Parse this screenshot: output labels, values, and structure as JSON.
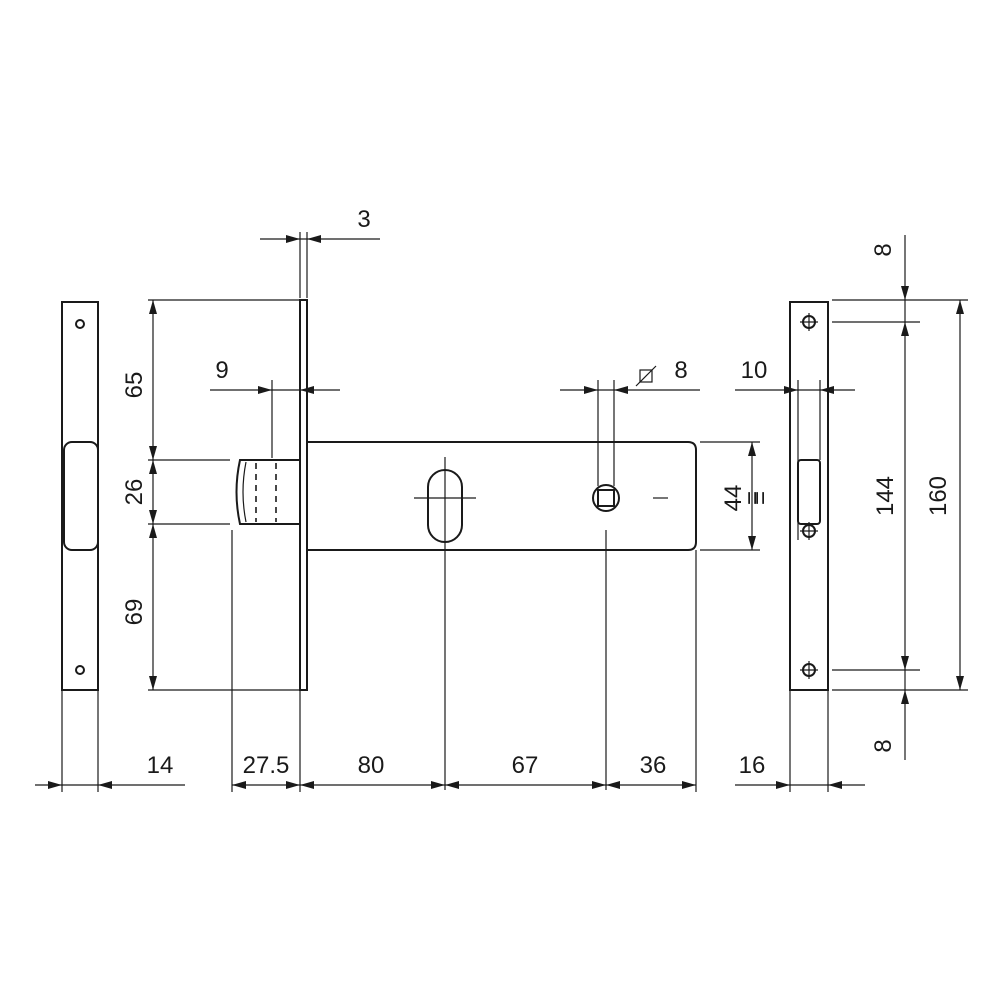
{
  "dimensions": {
    "faceplate_thickness": "3",
    "bolt_offset": "9",
    "spindle_square": "8",
    "strike_slot_width": "10",
    "strike_edge_top": "8",
    "strike_edge_bottom": "8",
    "faceplate_upper": "65",
    "bolt_height": "26",
    "faceplate_lower": "69",
    "case_height": "44",
    "strike_screw_spacing": "144",
    "strike_length": "160",
    "faceplate_width": "14",
    "bolt_throw": "27.5",
    "backset": "80",
    "center_distance": "67",
    "case_tail": "36",
    "strike_width": "16"
  },
  "symbols": {
    "square_symbol": "square-section-icon",
    "equal_symbol": "="
  }
}
